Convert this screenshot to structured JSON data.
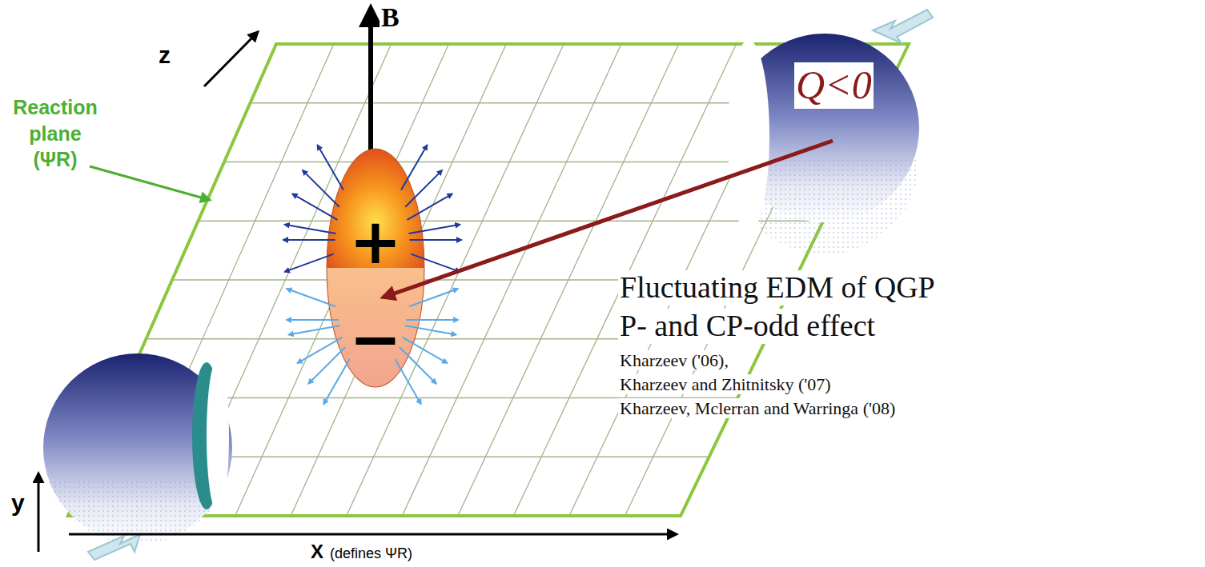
{
  "diagram": {
    "nodes": [
      {
        "text": [
          "+",
          "−"
        ]
      }
    ],
    "labels": [
      "B",
      "z",
      "Reaction plane (ΨR)",
      "Q<0",
      "Fluctuating EDM of QGP",
      "P- and CP-odd effect",
      "Kharzeev ('06),",
      "Kharzeev and Zhitnitsky ('07)",
      "Kharzeev, Mclerran and Warringa ('08)",
      "y",
      "X",
      "(defines ΨR)"
    ]
  }
}
